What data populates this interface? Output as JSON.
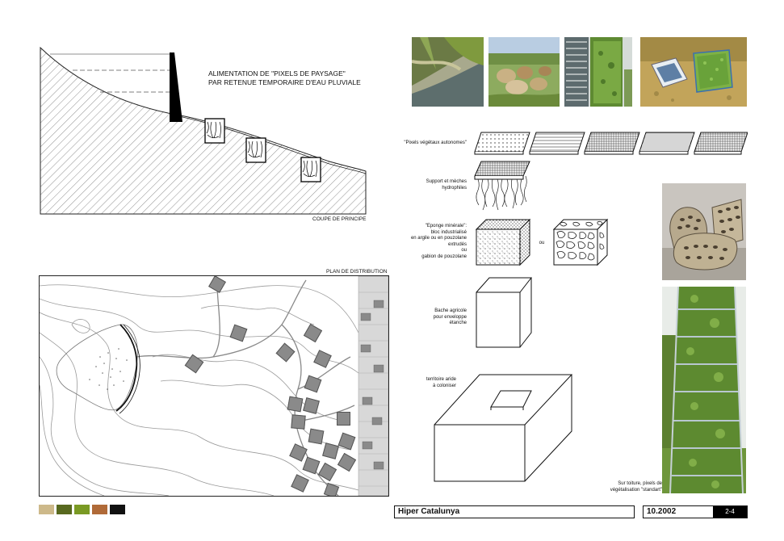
{
  "section": {
    "title_line1": "ALIMENTATION DE \"PIXELS  DE PAYSAGE\"",
    "title_line2": "PAR RETENUE TEMPORAIRE D'EAU PLUVIALE",
    "caption": "COUPE DE PRINCIPE"
  },
  "plan": {
    "caption": "PLAN DE DISTRIBUTION"
  },
  "labels": {
    "pixels": "\"Pixels végétaux autonomes\"",
    "support_l1": "Support et mèches",
    "support_l2": "hydrophiles",
    "eponge_l1": "\"Eponge minérale\":",
    "eponge_l2": "bloc industrialisé",
    "eponge_l3": "en argile ou en pouzolane",
    "eponge_l4": "extrudés",
    "eponge_l5": "ou",
    "eponge_l6": "gabion de pouzolane",
    "ou": "ou",
    "bache_l1": "Bache agricole",
    "bache_l2": "pour enveloppe",
    "bache_l3": "étanche",
    "territoire_l1": "territoire aride",
    "territoire_l2": "à coloniser",
    "toiture_l1": "Sur toiture, pixels de",
    "toiture_l2": "végétalisation \"standart\""
  },
  "palette": [
    "#cdb98a",
    "#58691f",
    "#7a9a24",
    "#b06a38",
    "#111111"
  ],
  "footer": {
    "project": "Hiper Catalunya",
    "date": "10.2002",
    "page": "2-4"
  }
}
